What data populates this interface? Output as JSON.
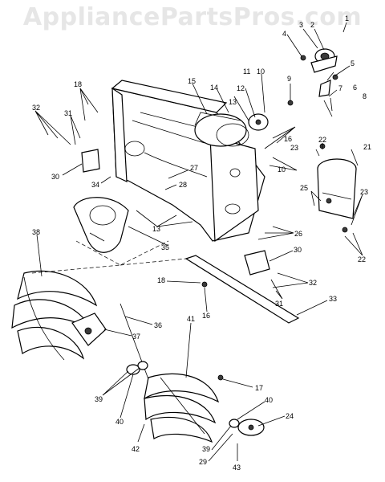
{
  "watermark": "AppliancePartsPros.com",
  "callouts": [
    {
      "id": "c1",
      "text": "1"
    },
    {
      "id": "c2",
      "text": "2"
    },
    {
      "id": "c3",
      "text": "3"
    },
    {
      "id": "c4",
      "text": "4"
    },
    {
      "id": "c5",
      "text": "5"
    },
    {
      "id": "c6",
      "text": "6"
    },
    {
      "id": "c7",
      "text": "7"
    },
    {
      "id": "c8",
      "text": "8"
    },
    {
      "id": "c9",
      "text": "9"
    },
    {
      "id": "c10a",
      "text": "10"
    },
    {
      "id": "c11",
      "text": "11"
    },
    {
      "id": "c12",
      "text": "12"
    },
    {
      "id": "c13a",
      "text": "13"
    },
    {
      "id": "c14",
      "text": "14"
    },
    {
      "id": "c15",
      "text": "15"
    },
    {
      "id": "c16a",
      "text": "16"
    },
    {
      "id": "c10b",
      "text": "10"
    },
    {
      "id": "c18a",
      "text": "18"
    },
    {
      "id": "c31a",
      "text": "31"
    },
    {
      "id": "c32a",
      "text": "32"
    },
    {
      "id": "c30a",
      "text": "30"
    },
    {
      "id": "c22a",
      "text": "22"
    },
    {
      "id": "c23a",
      "text": "23"
    },
    {
      "id": "c21",
      "text": "21"
    },
    {
      "id": "c27",
      "text": "27"
    },
    {
      "id": "c28",
      "text": "28"
    },
    {
      "id": "c34",
      "text": "34"
    },
    {
      "id": "c25",
      "text": "25"
    },
    {
      "id": "c23b",
      "text": "23"
    },
    {
      "id": "c26",
      "text": "26"
    },
    {
      "id": "c22b",
      "text": "22"
    },
    {
      "id": "c13b",
      "text": "13"
    },
    {
      "id": "c35",
      "text": "35"
    },
    {
      "id": "c38",
      "text": "38"
    },
    {
      "id": "c30b",
      "text": "30"
    },
    {
      "id": "c32b",
      "text": "32"
    },
    {
      "id": "c31b",
      "text": "31"
    },
    {
      "id": "c18b",
      "text": "18"
    },
    {
      "id": "c16b",
      "text": "16"
    },
    {
      "id": "c33",
      "text": "33"
    },
    {
      "id": "c36",
      "text": "36"
    },
    {
      "id": "c37",
      "text": "37"
    },
    {
      "id": "c41",
      "text": "41"
    },
    {
      "id": "c17",
      "text": "17"
    },
    {
      "id": "c39a",
      "text": "39"
    },
    {
      "id": "c40a",
      "text": "40"
    },
    {
      "id": "c40b",
      "text": "40"
    },
    {
      "id": "c24",
      "text": "24"
    },
    {
      "id": "c39b",
      "text": "39"
    },
    {
      "id": "c29",
      "text": "29"
    },
    {
      "id": "c42",
      "text": "42"
    },
    {
      "id": "c43",
      "text": "43"
    }
  ]
}
